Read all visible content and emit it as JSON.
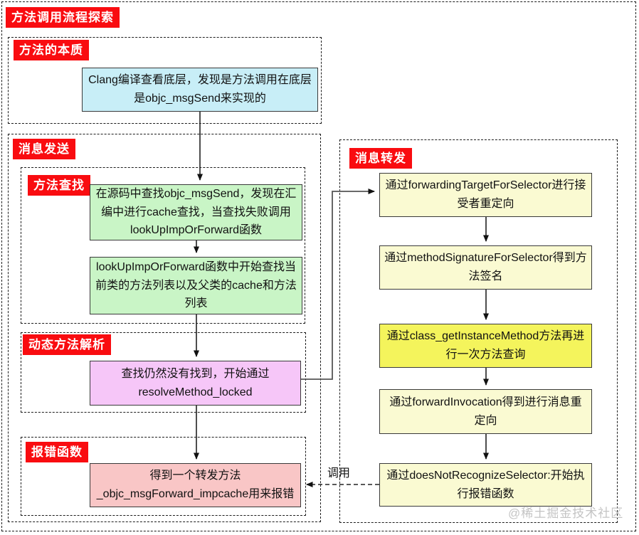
{
  "title": "方法调用流程探索",
  "watermark": "@稀土掘金技术社区",
  "colors": {
    "accent_red": "#f90c10",
    "cyan": "#c8eef7",
    "green": "#c9f5c6",
    "pink": "#f6c6f8",
    "light_red": "#f9c6c6",
    "yellow_pale": "#fafad2",
    "yellow_bright": "#f4f45c",
    "box_border": "#3a3a3a",
    "watermark_gray": "#c4c4c4"
  },
  "sections": {
    "essence": {
      "label": "方法的本质",
      "box": "Clang编译查看底层，发现是方法调用在底层是objc_msgSend来实现的"
    },
    "message_send": {
      "label": "消息发送",
      "method_lookup": {
        "label": "方法查找",
        "boxes": [
          "在源码中查找objc_msgSend，发现在汇编中进行cache查找，当查找失败调用lookUpImpOrForward函数",
          "lookUpImpOrForward函数中开始查找当前类的方法列表以及父类的cache和方法列表"
        ]
      },
      "dynamic_resolution": {
        "label": "动态方法解析",
        "box": "查找仍然没有找到，开始通过resolveMethod_locked"
      },
      "error_function": {
        "label": "报错函数",
        "box": "得到一个转发方法_objc_msgForward_impcache用来报错"
      }
    },
    "message_forward": {
      "label": "消息转发",
      "boxes": [
        "通过forwardingTargetForSelector进行接受者重定向",
        "通过methodSignatureForSelector得到方法签名",
        "通过class_getInstanceMethod方法再进行一次方法查询",
        "通过forwardInvocation得到进行消息重定向",
        "通过doesNotRecognizeSelector:开始执行报错函数"
      ]
    }
  },
  "edge_labels": {
    "call": "调用"
  }
}
